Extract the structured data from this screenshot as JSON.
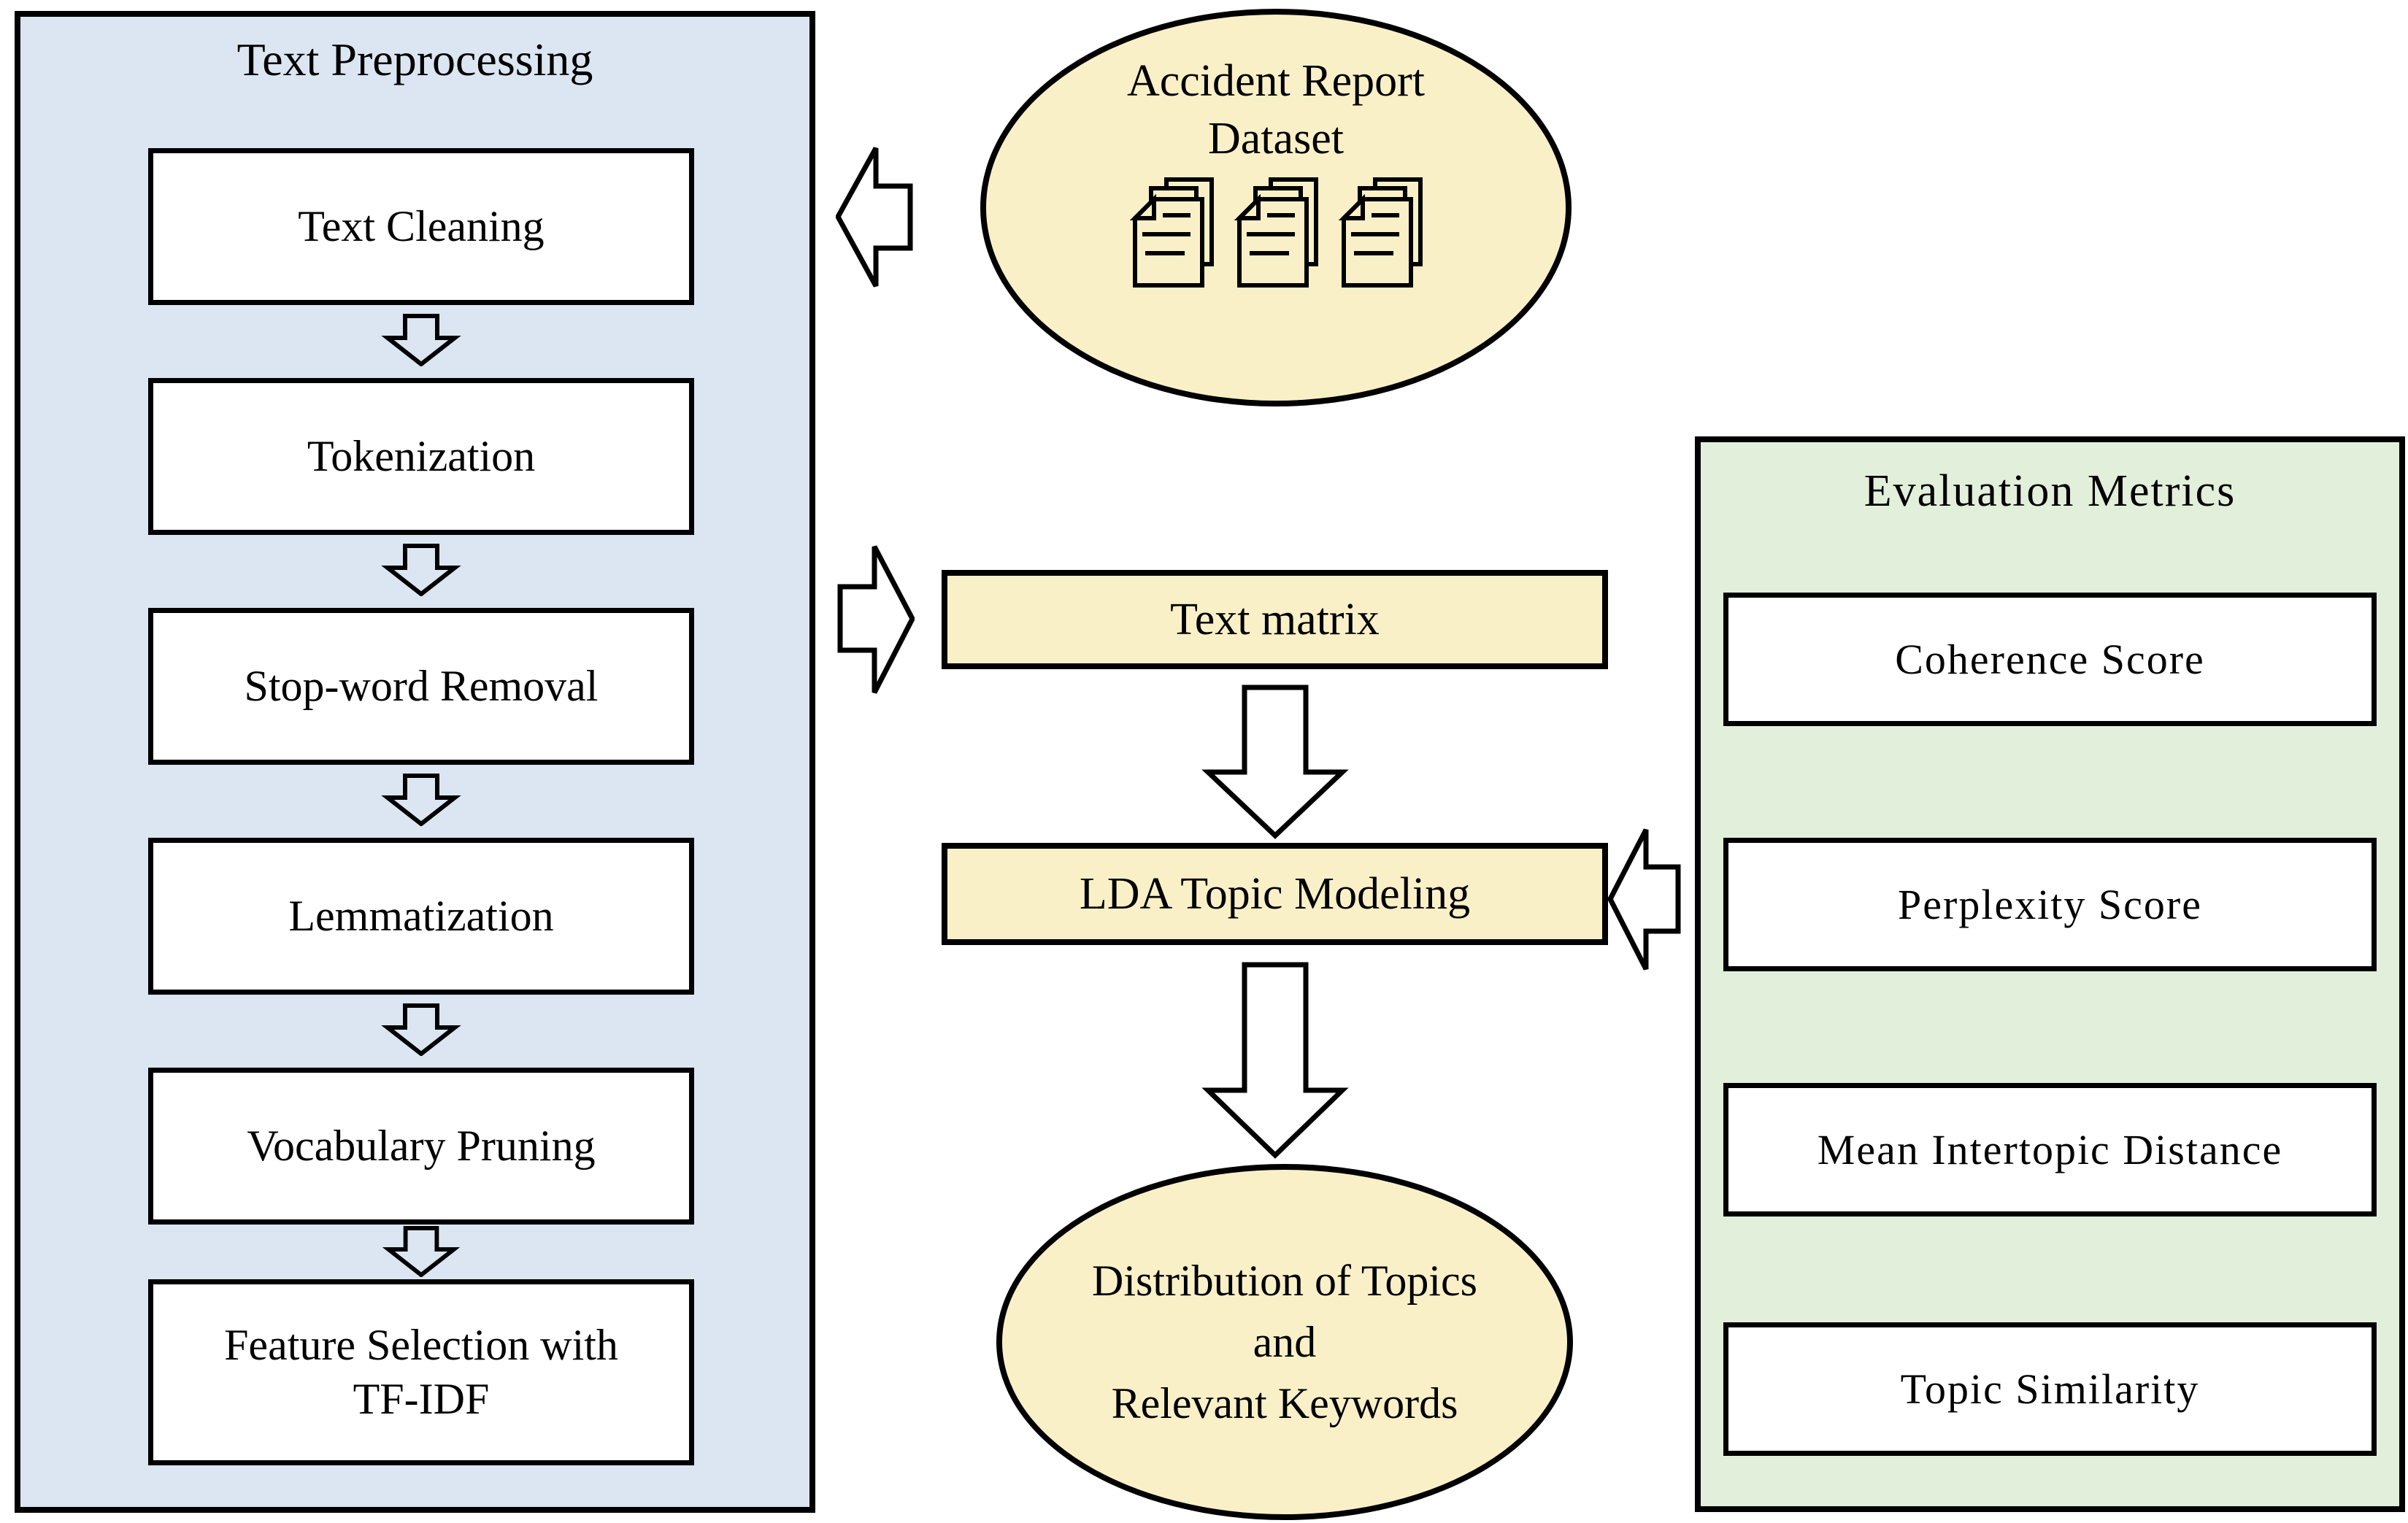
{
  "palette": {
    "panel_blue": "#dbe6f2",
    "panel_green": "#e2efda",
    "cream": "#faf0c8",
    "border": "#000000",
    "box_white": "#ffffff"
  },
  "left_panel": {
    "title": "Text Preprocessing",
    "steps": [
      "Text Cleaning",
      "Tokenization",
      "Stop-word Removal",
      "Lemmatization",
      "Vocabulary Pruning",
      "Feature Selection with TF-IDF"
    ]
  },
  "dataset": {
    "line1": "Accident Report",
    "line2": "Dataset",
    "icon": "document-stack-icon"
  },
  "pipeline": {
    "text_matrix": "Text matrix",
    "lda": "LDA Topic Modeling"
  },
  "output": {
    "line1": "Distribution of Topics",
    "line2": "and",
    "line3": "Relevant Keywords"
  },
  "right_panel": {
    "title": "Evaluation Metrics",
    "metrics": [
      "Coherence Score",
      "Perplexity Score",
      "Mean Intertopic Distance",
      "Topic Similarity"
    ]
  }
}
